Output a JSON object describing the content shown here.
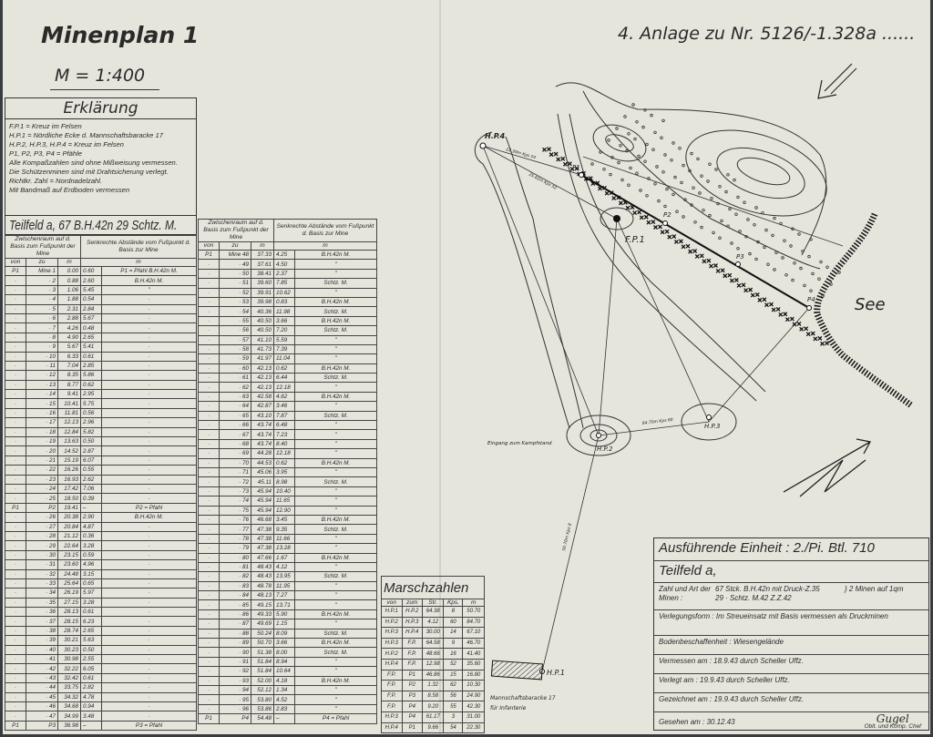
{
  "header": {
    "title": "Minenplan 1",
    "scale": "M = 1:400",
    "anlage": "4. Anlage zu Nr. 5126/-1.328a ......"
  },
  "legend": {
    "heading": "Erklärung",
    "lines": [
      "F.P.1 = Kreuz im Felsen",
      "H.P.1 = Nördliche Ecke d. Mannschaftsbaracke 17",
      "H.P.2, H.P.3, H.P.4 = Kreuz im Felsen",
      "P1, P2, P3, P4 = Pfähle",
      "Alle Kompaßzahlen sind ohne Mißweisung vermessen.",
      "Die Schützenminen sind mit Drahtsicherung verlegt. Richtkr. Zahl = Nordnadelzahl.",
      "Mit Bandmaß auf Erdboden vermessen"
    ]
  },
  "teilfeld_heading": "Teilfeld a, 67 B.H.42n 29 Schtz. M.",
  "mine_table": {
    "group1": "Zwischenraum auf d. Basis zum Fußpunkt der Mine",
    "group2": "Senkrechte Abstände vom Fußpunkt d. Basis zur Mine",
    "columns": [
      "von",
      "zu",
      "m",
      "m"
    ],
    "left_rows": [
      [
        "P1",
        "Mine 1",
        "0.00",
        "0.60",
        "P1 = Pfahl B.H.42n M."
      ],
      [
        "·",
        "· 2",
        "0.88",
        "2.60",
        "B.H.42n M."
      ],
      [
        "·",
        "· 3",
        "1.06",
        "5.45",
        "\""
      ],
      [
        "·",
        "· 4",
        "1.88",
        "0.54",
        "·"
      ],
      [
        "·",
        "· 5",
        "2.31",
        "2.84",
        "·"
      ],
      [
        "·",
        "· 6",
        "2.88",
        "5.67",
        "·"
      ],
      [
        "·",
        "· 7",
        "4.26",
        "0.48",
        "·"
      ],
      [
        "·",
        "· 8",
        "4.90",
        "2.65",
        "·"
      ],
      [
        "·",
        "· 9",
        "5.67",
        "5.41",
        "·"
      ],
      [
        "·",
        "· 10",
        "6.33",
        "0.61",
        "·"
      ],
      [
        "·",
        "· 11",
        "7.04",
        "2.85",
        "·"
      ],
      [
        "·",
        "· 12",
        "8.35",
        "5.86",
        "·"
      ],
      [
        "·",
        "· 13",
        "8.77",
        "0.62",
        "·"
      ],
      [
        "·",
        "· 14",
        "9.41",
        "2.95",
        "·"
      ],
      [
        "·",
        "· 15",
        "10.41",
        "5.75",
        "·"
      ],
      [
        "·",
        "· 16",
        "11.81",
        "0.56",
        "·"
      ],
      [
        "·",
        "· 17",
        "12.13",
        "2.96",
        "·"
      ],
      [
        "·",
        "· 18",
        "12.84",
        "5.82",
        "·"
      ],
      [
        "·",
        "· 19",
        "13.63",
        "0.50",
        "·"
      ],
      [
        "·",
        "· 20",
        "14.52",
        "2.87",
        "·"
      ],
      [
        "·",
        "· 21",
        "15.19",
        "6.07",
        "·"
      ],
      [
        "·",
        "· 22",
        "16.26",
        "0.55",
        "·"
      ],
      [
        "·",
        "· 23",
        "16.93",
        "2.62",
        "·"
      ],
      [
        "·",
        "· 24",
        "17.42",
        "7.06",
        "·"
      ],
      [
        "·",
        "· 25",
        "18.50",
        "0.39",
        "·"
      ],
      [
        "P1",
        "P2",
        "19.41",
        "–",
        "P2 = Pfahl"
      ],
      [
        "·",
        "· 26",
        "20.38",
        "2.90",
        "B.H.42n M."
      ],
      [
        "·",
        "· 27",
        "20.84",
        "4.87",
        "·"
      ],
      [
        "·",
        "· 28",
        "21.12",
        "0.36",
        "·"
      ],
      [
        "·",
        "· 29",
        "22.64",
        "3.28",
        "·"
      ],
      [
        "·",
        "· 30",
        "23.15",
        "0.59",
        "·"
      ],
      [
        "·",
        "· 31",
        "23.60",
        "4.96",
        "·"
      ],
      [
        "·",
        "· 32",
        "24.48",
        "3.15",
        "·"
      ],
      [
        "·",
        "· 33",
        "25.64",
        "0.65",
        "·"
      ],
      [
        "·",
        "· 34",
        "26.19",
        "5.97",
        "·"
      ],
      [
        "·",
        "· 35",
        "27.15",
        "3.28",
        "·"
      ],
      [
        "·",
        "· 36",
        "28.13",
        "0.61",
        "·"
      ],
      [
        "·",
        "· 37",
        "28.15",
        "6.23",
        "·"
      ],
      [
        "·",
        "· 38",
        "28.74",
        "2.65",
        "·"
      ],
      [
        "·",
        "· 39",
        "30.21",
        "5.63",
        "·"
      ],
      [
        "·",
        "· 40",
        "30.23",
        "0.50",
        "·"
      ],
      [
        "·",
        "· 41",
        "30.98",
        "2.55",
        "·"
      ],
      [
        "·",
        "· 42",
        "32.22",
        "6.05",
        "·"
      ],
      [
        "·",
        "· 43",
        "32.42",
        "0.61",
        "·"
      ],
      [
        "·",
        "· 44",
        "33.75",
        "2.82",
        "·"
      ],
      [
        "·",
        "· 45",
        "34.32",
        "4.78",
        "·"
      ],
      [
        "·",
        "· 46",
        "34.68",
        "0.94",
        "·"
      ],
      [
        "·",
        "· 47",
        "34.99",
        "3.48",
        "·"
      ],
      [
        "P1",
        "P3",
        "36.98",
        "–",
        "P3 = Pfahl"
      ]
    ],
    "right_rows": [
      [
        "P1",
        "Mine 48",
        "37.33",
        "4.25",
        "B.H.42n M."
      ],
      [
        "·",
        "· 49",
        "37.61",
        "4.50",
        "\""
      ],
      [
        "·",
        "· 50",
        "38.41",
        "2.37",
        "\""
      ],
      [
        "·",
        "· 51",
        "39.60",
        "7.85",
        "Schtz. M."
      ],
      [
        "·",
        "· 52",
        "39.91",
        "10.62",
        "\""
      ],
      [
        "·",
        "· 53",
        "39.98",
        "0.83",
        "B.H.42n M."
      ],
      [
        "·",
        "· 54",
        "40.36",
        "11.98",
        "Schtz. M."
      ],
      [
        "·",
        "· 55",
        "40.50",
        "3.66",
        "B.H.42n M."
      ],
      [
        "·",
        "· 56",
        "40.50",
        "7.20",
        "Schtz. M."
      ],
      [
        "·",
        "· 57",
        "41.10",
        "5.59",
        "\""
      ],
      [
        "·",
        "· 58",
        "41.73",
        "7.39",
        "\""
      ],
      [
        "·",
        "· 59",
        "41.97",
        "11.04",
        "\""
      ],
      [
        "·",
        "· 60",
        "42.13",
        "0.62",
        "B.H.42n M."
      ],
      [
        "·",
        "· 61",
        "42.13",
        "6.44",
        "Schtz. M."
      ],
      [
        "·",
        "· 62",
        "42.13",
        "12.18",
        "\""
      ],
      [
        "·",
        "· 63",
        "42.58",
        "4.62",
        "B.H.42n M."
      ],
      [
        "·",
        "· 64",
        "42.87",
        "3.46",
        "\""
      ],
      [
        "·",
        "· 65",
        "43.10",
        "7.87",
        "Schtz. M."
      ],
      [
        "·",
        "· 66",
        "43.74",
        "6.48",
        "\""
      ],
      [
        "·",
        "· 67",
        "43.74",
        "7.23",
        "\""
      ],
      [
        "·",
        "· 68",
        "43.74",
        "8.40",
        "\""
      ],
      [
        "·",
        "· 69",
        "44.28",
        "12.18",
        "\""
      ],
      [
        "·",
        "· 70",
        "44.53",
        "0.62",
        "B.H.42n M."
      ],
      [
        "·",
        "· 71",
        "45.06",
        "3.95",
        "\""
      ],
      [
        "·",
        "· 72",
        "45.11",
        "8.98",
        "Schtz. M."
      ],
      [
        "·",
        "· 73",
        "45.94",
        "10.40",
        "\""
      ],
      [
        "·",
        "· 74",
        "45.94",
        "11.65",
        "\""
      ],
      [
        "·",
        "· 75",
        "45.94",
        "12.90",
        "\""
      ],
      [
        "·",
        "· 76",
        "46.68",
        "3.45",
        "B.H.42n M."
      ],
      [
        "·",
        "· 77",
        "47.38",
        "9.35",
        "Schtz. M."
      ],
      [
        "·",
        "· 78",
        "47.38",
        "11.66",
        "\""
      ],
      [
        "·",
        "· 79",
        "47.38",
        "13.28",
        "\""
      ],
      [
        "·",
        "· 80",
        "47.66",
        "1.67",
        "B.H.42n M."
      ],
      [
        "·",
        "· 81",
        "48.43",
        "4.12",
        "\""
      ],
      [
        "·",
        "· 82",
        "48.43",
        "13.95",
        "Schtz. M."
      ],
      [
        "·",
        "· 83",
        "48.78",
        "11.95",
        "\""
      ],
      [
        "·",
        "· 84",
        "48.13",
        "7.27",
        "\""
      ],
      [
        "·",
        "· 85",
        "49.15",
        "13.71",
        "\""
      ],
      [
        "·",
        "· 86",
        "49.33",
        "5.90",
        "B.H.42n M."
      ],
      [
        "·",
        "· 87",
        "49.69",
        "1.15",
        "\""
      ],
      [
        "·",
        "· 88",
        "50.24",
        "8.09",
        "Schtz. M."
      ],
      [
        "·",
        "· 89",
        "50.70",
        "3.66",
        "B.H.42n M."
      ],
      [
        "·",
        "· 90",
        "51.38",
        "8.00",
        "Schtz. M."
      ],
      [
        "·",
        "· 91",
        "51.84",
        "8.94",
        "\""
      ],
      [
        "·",
        "· 92",
        "51.84",
        "10.64",
        "\""
      ],
      [
        "·",
        "· 93",
        "52.00",
        "4.18",
        "B.H.42n M."
      ],
      [
        "·",
        "· 94",
        "52.12",
        "1.34",
        "\""
      ],
      [
        "·",
        "· 95",
        "53.80",
        "4.52",
        "\""
      ],
      [
        "·",
        "· 96",
        "53.86",
        "2.83",
        "\""
      ],
      [
        "P1",
        "P4",
        "54.48",
        "–",
        "P4 = Pfahl"
      ]
    ]
  },
  "marschzahlen": {
    "heading": "Marschzahlen",
    "columns": [
      "von",
      "zum",
      "Str.",
      "Kps.",
      "m"
    ],
    "rows": [
      [
        "H.P.1",
        "H.P.2",
        "64.38",
        "8",
        "50.70"
      ],
      [
        "H.P.2",
        "H.P.3",
        "4.12",
        "60",
        "84.70"
      ],
      [
        "H.P.3",
        "H.P.4",
        "30.00",
        "14",
        "67.10"
      ],
      [
        "H.P.3",
        "F.P.",
        "64.58",
        "9",
        "46.70"
      ],
      [
        "H.P.2",
        "F.P.",
        "48.66",
        "16",
        "41.40"
      ],
      [
        "H.P.4",
        "F.P.",
        "12.98",
        "52",
        "35.60"
      ],
      [
        "F.P.",
        "P1",
        "46.86",
        "15",
        "16.80"
      ],
      [
        "F.P.",
        "P2",
        "1.32",
        "62",
        "10.30"
      ],
      [
        "F.P.",
        "P3",
        "8.58",
        "56",
        "24.90"
      ],
      [
        "F.P.",
        "P4",
        "9.20",
        "55",
        "42.30"
      ],
      [
        "H.P.3",
        "P4",
        "61.17",
        "3",
        "31.00"
      ],
      [
        "H.P.4",
        "P1",
        "9.66",
        "54",
        "22.30"
      ]
    ]
  },
  "info": {
    "einheit": "Ausführende Einheit : 2./Pi. Btl. 710",
    "teilfeld": "Teilfeld a,",
    "zahl_label": "Zahl und Art der Minen :",
    "zahl_line1": "67 Stck. B.H.42n mit Druck-Z.35",
    "zahl_line2": "29 · Schtz. M.42 Z.Z.42",
    "zahl_note": "} 2 Minen auf 1qm",
    "verlegungsform": "Verlegungsform : Im Streueinsatz mit Basis vermessen als Druckminen",
    "boden": "Bodenbeschaffenheit : Wiesengelände",
    "vermessen": "Vermessen am : 18.9.43 durch Scheller Uffz.",
    "verlegt": "Verlegt am : 19.9.43 durch Scheller Uffz.",
    "gezeichnet": "Gezeichnet am : 19.9.43 durch Scheller Uffz.",
    "gesehen": "Gesehen am : 30.12.43",
    "signature": "Gugel",
    "rank": "Oblt. und Komp. Chef"
  },
  "map": {
    "labels": {
      "hp4": "H.P.4",
      "hp3": "H.P.3",
      "hp2": "H.P.2",
      "hp1": "H.P.1",
      "fp1": "F.P.1",
      "p1": "P1",
      "p2": "P2",
      "p3": "P3",
      "p4": "P4",
      "see": "See",
      "eingang": "Eingang zum Kampfstand",
      "baracke1": "Mannschaftsbaracke 17",
      "baracke2": "für Infanterie",
      "d_hp4_p1": "22.30m Kps 54",
      "d_hp4_fp": "35.60m Kps 52",
      "d_hp2_hp3": "84.70m Kps 60",
      "d_hp1_hp2": "50.70m Kps 8"
    }
  }
}
